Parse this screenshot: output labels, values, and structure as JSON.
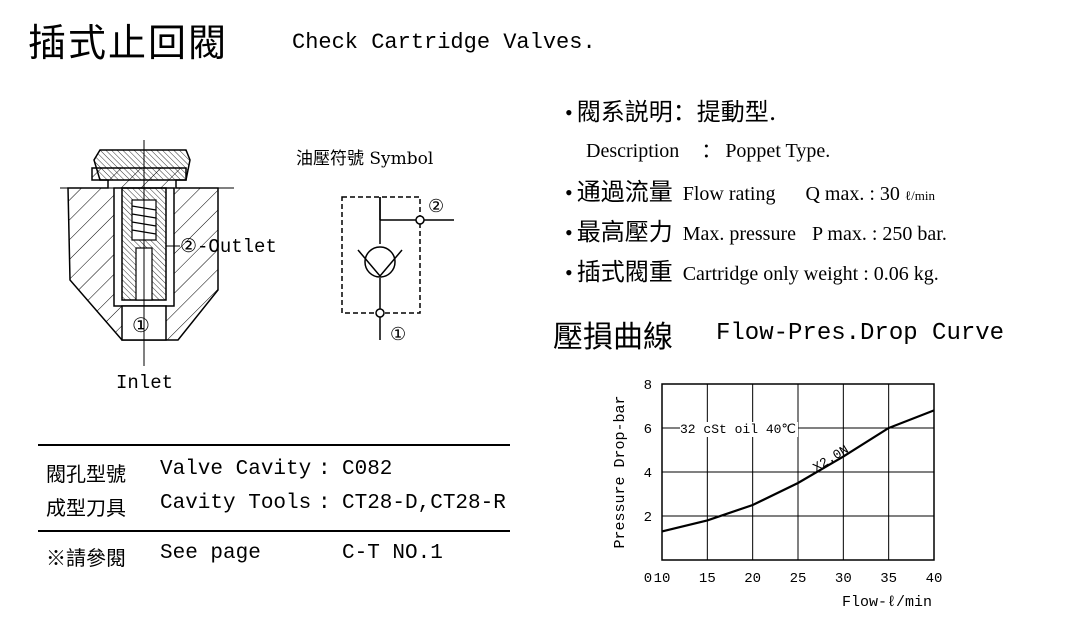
{
  "header": {
    "title_zh": "插式止回閥",
    "title_en": "Check Cartridge Valves."
  },
  "specs": {
    "bullet": "•",
    "description_zh": "閥系説明：提動型.",
    "description_en_label": "Description",
    "description_colon": "：",
    "description_en_value": "Poppet Type.",
    "flow_zh": "通過流量",
    "flow_en": "Flow rating",
    "flow_q": "Q max. :  30 ",
    "flow_unit": "ℓ/min",
    "pressure_zh": "最高壓力",
    "pressure_en": "Max. pressure",
    "pressure_p": "P max. : 250 bar.",
    "weight_zh": "插式閥重",
    "weight_en": "Cartridge only weight : 0.06 kg."
  },
  "symbol": {
    "title": "油壓符號 Symbol",
    "port2": "②",
    "port1": "①"
  },
  "section": {
    "outlet_label": "②-Outlet",
    "inlet_port": "①",
    "inlet_label": "Inlet"
  },
  "cavity": {
    "row1_zh": "閥孔型號",
    "row1_en": "Valve Cavity",
    "row1_sep": ":",
    "row1_value": "C082",
    "row2_zh": "成型刀具",
    "row2_en": "Cavity Tools",
    "row2_sep": ":",
    "row2_value": "CT28-D,CT28-R",
    "row3_zh": "※請參閱",
    "row3_en": "See page",
    "row3_value": "C-T NO.1"
  },
  "curve": {
    "title_zh": "壓損曲線",
    "title_en": "Flow-Pres.Drop Curve"
  },
  "chart_data": {
    "type": "line",
    "title": "",
    "xlabel": "Flow-ℓ/min",
    "ylabel": "Pressure Drop-bar",
    "xlim": [
      10,
      40
    ],
    "ylim": [
      0,
      8
    ],
    "x_ticks": [
      "0",
      "10",
      "15",
      "20",
      "25",
      "30",
      "35",
      "40"
    ],
    "y_ticks": [
      "2",
      "4",
      "6",
      "8"
    ],
    "grid": true,
    "annotation": "32 cSt oil 40℃",
    "series": [
      {
        "name": "X2.0N",
        "x": [
          10,
          15,
          20,
          25,
          30,
          35,
          40
        ],
        "y": [
          1.3,
          1.8,
          2.5,
          3.5,
          4.7,
          6.0,
          6.8
        ]
      }
    ]
  }
}
